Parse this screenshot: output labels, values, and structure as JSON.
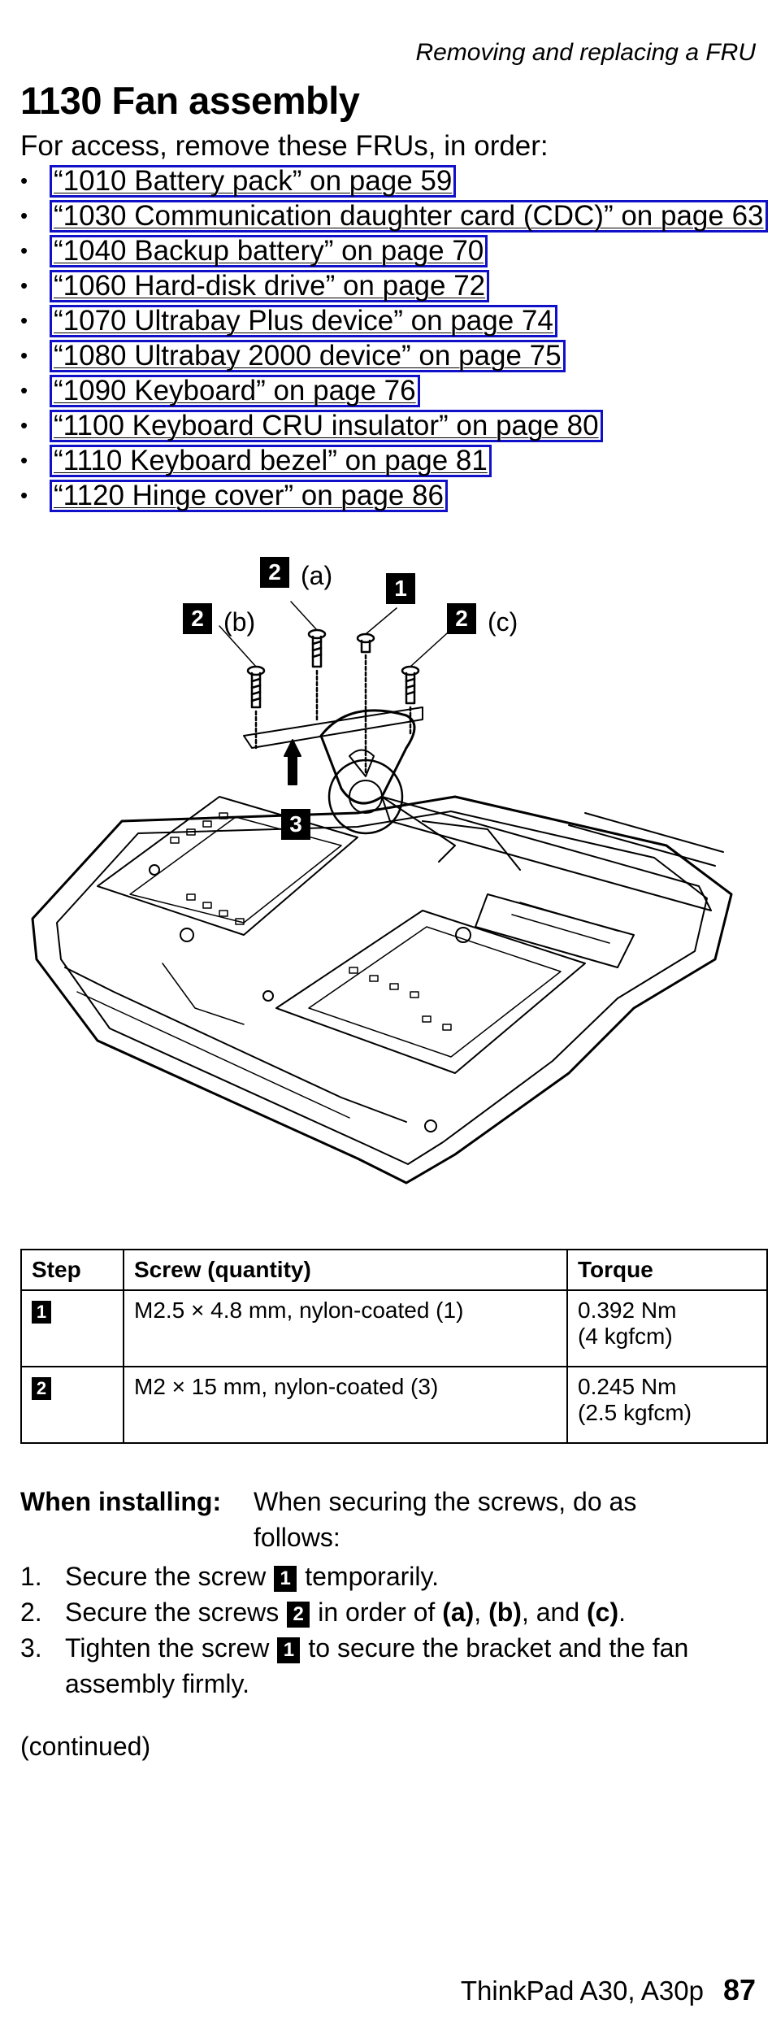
{
  "header": {
    "running_title": "Removing and replacing a FRU"
  },
  "section": {
    "title": "1130 Fan assembly",
    "intro": "For access, remove these FRUs, in order:",
    "prerequisites": [
      "“1010 Battery pack” on page 59",
      "“1030 Communication daughter card (CDC)” on page 63",
      "“1040 Backup battery” on page 70",
      "“1060 Hard-disk drive” on page 72",
      "“1070 Ultrabay Plus device” on page 74",
      "“1080 Ultrabay 2000 device” on page 75",
      "“1090 Keyboard” on page 76",
      "“1100 Keyboard CRU insulator” on page 80",
      "“1110 Keyboard bezel” on page 81",
      "“1120 Hinge cover” on page 86"
    ]
  },
  "figure": {
    "callouts": {
      "one": "1",
      "two_a": "2",
      "two_b": "2",
      "two_c": "2",
      "three": "3"
    },
    "subs": {
      "a": "(a)",
      "b": "(b)",
      "c": "(c)"
    }
  },
  "table": {
    "headers": {
      "step": "Step",
      "screw": "Screw (quantity)",
      "torque": "Torque"
    },
    "rows": [
      {
        "step": "1",
        "screw": "M2.5 × 4.8 mm, nylon-coated (1)",
        "torque_line1": "0.392 Nm",
        "torque_line2": "(4 kgfcm)"
      },
      {
        "step": "2",
        "screw": "M2 × 15 mm, nylon-coated (3)",
        "torque_line1": "0.245 Nm",
        "torque_line2": "(2.5 kgfcm)"
      }
    ]
  },
  "installing": {
    "label": "When installing:",
    "text": "When securing the screws, do as follows:",
    "steps": [
      {
        "num": "1.",
        "before": "Secure the screw",
        "tag": "1",
        "after": "temporarily."
      },
      {
        "num": "2.",
        "before": "Secure the screws",
        "tag": "2",
        "after_prefix": "in order of",
        "a": "(a)",
        "sep1": ",",
        "b": "(b)",
        "sep2": ", and",
        "c": "(c)",
        "end": "."
      },
      {
        "num": "3.",
        "before": "Tighten the screw",
        "tag": "1",
        "after": "to secure the bracket and the fan assembly firmly."
      }
    ]
  },
  "continued": "(continued)",
  "footer": {
    "product": "ThinkPad A30, A30p",
    "page": "87"
  }
}
